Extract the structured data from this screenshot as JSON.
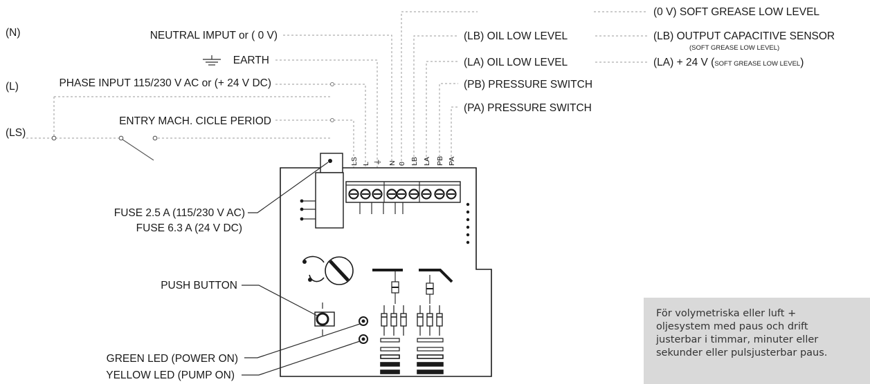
{
  "labels": {
    "neutral": "NEUTRAL IMPUT or ( 0 V)",
    "earth": "EARTH",
    "phase": "PHASE INPUT 115/230 V AC or (+ 24 V DC)",
    "entry": "ENTRY MACH. CICLE PERIOD",
    "n_tag": "(N)",
    "l_tag": "(L)",
    "ls_tag": "(LS)",
    "lb_oil": "(LB) OIL LOW LEVEL",
    "la_oil": "(LA) OIL LOW LEVEL",
    "pb_switch": "(PB) PRESSURE SWITCH",
    "pa_switch": "(PA) PRESSURE SWITCH",
    "grease_0v": "(0 V) SOFT GREASE LOW LEVEL",
    "lb_output": "(LB) OUTPUT CAPACITIVE SENSOR",
    "lb_output_sub": "(SOFT GREASE LOW LEVEL)",
    "la_24v_main": "(LA) + 24 V (",
    "la_24v_small": "SOFT GREASE LOW LEVEL",
    "la_24v_close": ")",
    "fuse1": "FUSE 2.5 A (115/230 V AC)",
    "fuse2": "FUSE 6.3 A (24 V DC)",
    "push_button": "PUSH BUTTON",
    "green_led": "GREEN LED (POWER ON)",
    "yellow_led": "YELLOW LED (PUMP ON)"
  },
  "terminals": [
    "LS",
    "L",
    "⏚",
    "N",
    "0",
    "LB",
    "LA",
    "PB",
    "PA"
  ],
  "note": {
    "lines": [
      "För volymetriska eller luft +",
      "oljesystem med paus och drift",
      "justerbar i timmar, minuter eller",
      "sekunder eller pulsjusterbar paus."
    ]
  },
  "icons": {
    "earth": "earth-ground-icon",
    "switch": "switch-icon"
  }
}
